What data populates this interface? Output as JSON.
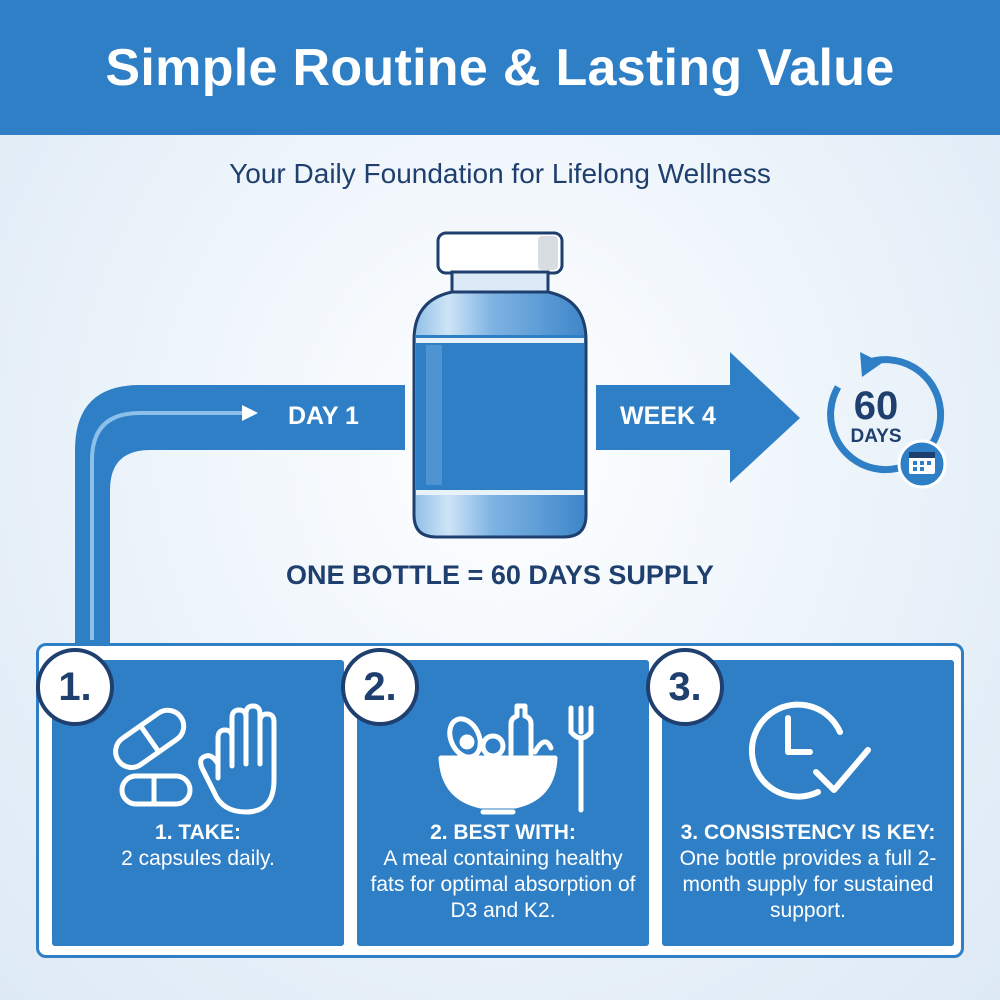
{
  "header": {
    "title": "Simple Routine & Lasting Value"
  },
  "subtitle": "Your Daily Foundation for Lifelong Wellness",
  "flow": {
    "start_label": "DAY 1",
    "end_label": "WEEK 4",
    "supply_text": "ONE BOTTLE = 60 DAYS SUPPLY",
    "badge_number": "60",
    "badge_word": "DAYS"
  },
  "steps": [
    {
      "number": "1.",
      "heading": "1. TAKE:",
      "body": "2 capsules daily.",
      "icon": "capsule-and-hand-icon"
    },
    {
      "number": "2.",
      "heading": "2. BEST WITH:",
      "body": "A meal containing healthy fats for optimal absorption of D3 and K2.",
      "icon": "salad-bowl-icon"
    },
    {
      "number": "3.",
      "heading": "3. CONSISTENCY IS KEY:",
      "body": "One bottle provides a full 2-month supply for sustained support.",
      "icon": "clock-check-icon"
    }
  ],
  "colors": {
    "primary": "#2f7fc6",
    "navy": "#1f3f6e",
    "background": "#eef5fb"
  }
}
